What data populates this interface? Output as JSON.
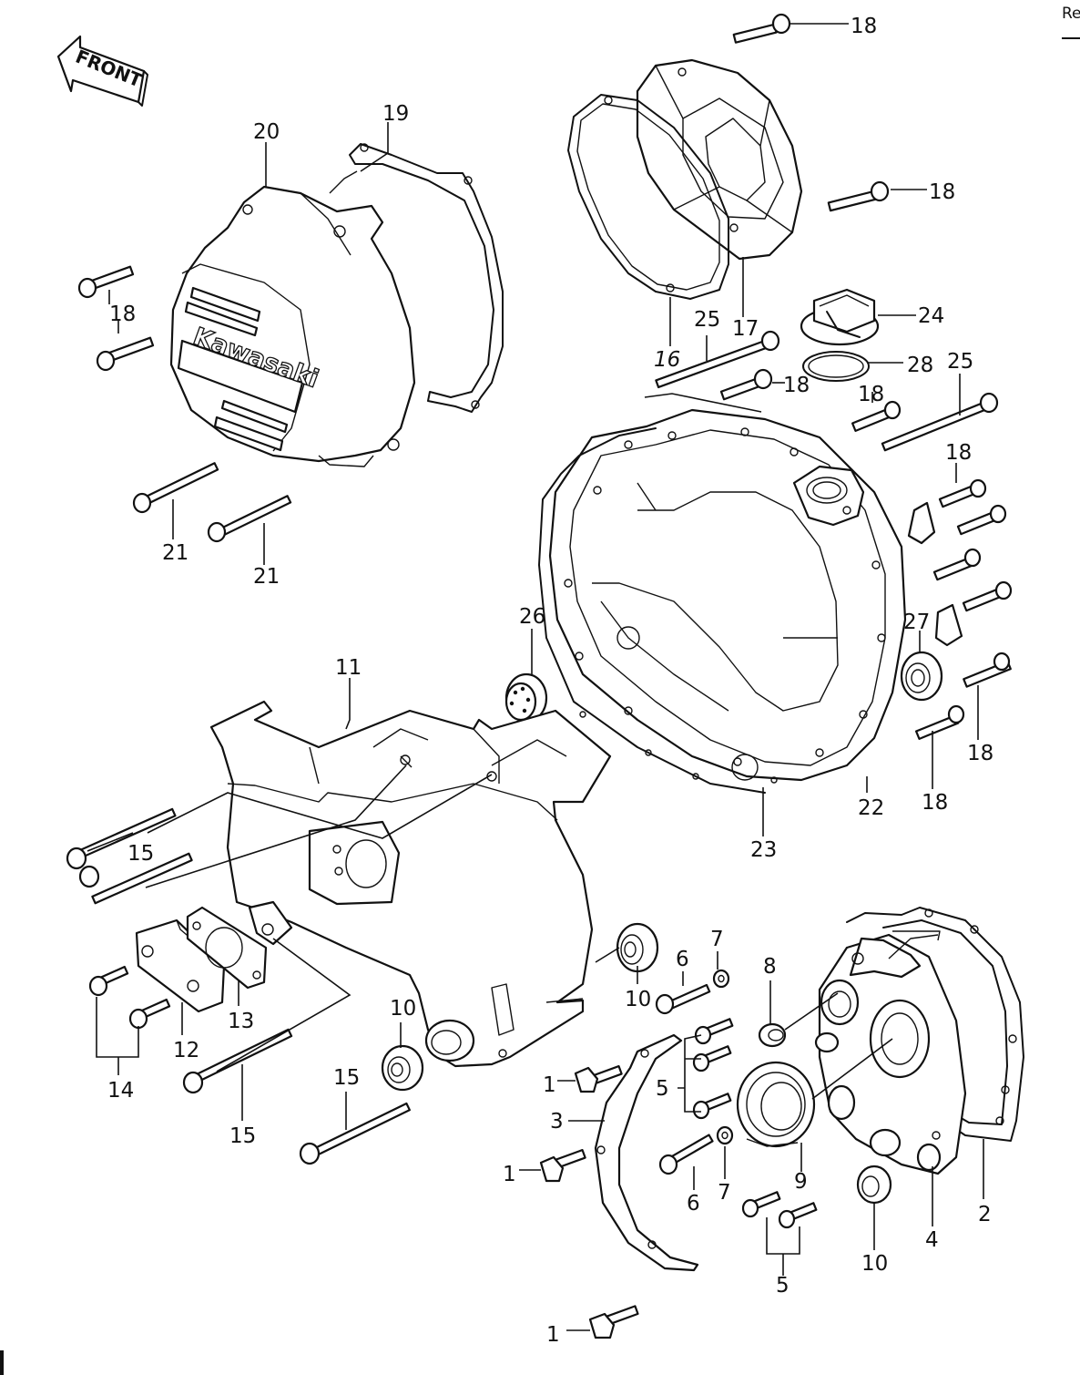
{
  "diagram": {
    "front_label": "FRONT",
    "brand_text": "Kawasaki",
    "edge_text": "Re",
    "callouts": [
      {
        "id": "c18a",
        "text": "18"
      },
      {
        "id": "c18b",
        "text": "18"
      },
      {
        "id": "c18c",
        "text": "18"
      },
      {
        "id": "c18d",
        "text": "18"
      },
      {
        "id": "c18e",
        "text": "18"
      },
      {
        "id": "c18f",
        "text": "18"
      },
      {
        "id": "c18g",
        "text": "18"
      },
      {
        "id": "c18h",
        "text": "18"
      },
      {
        "id": "c19",
        "text": "19"
      },
      {
        "id": "c20",
        "text": "20"
      },
      {
        "id": "c21a",
        "text": "21"
      },
      {
        "id": "c21b",
        "text": "21"
      },
      {
        "id": "c16",
        "text": "16"
      },
      {
        "id": "c17",
        "text": "17"
      },
      {
        "id": "c25a",
        "text": "25"
      },
      {
        "id": "c25b",
        "text": "25"
      },
      {
        "id": "c24",
        "text": "24"
      },
      {
        "id": "c28",
        "text": "28"
      },
      {
        "id": "c26",
        "text": "26"
      },
      {
        "id": "c27",
        "text": "27"
      },
      {
        "id": "c22",
        "text": "22"
      },
      {
        "id": "c23",
        "text": "23"
      },
      {
        "id": "c11",
        "text": "11"
      },
      {
        "id": "c15a",
        "text": "15"
      },
      {
        "id": "c15b",
        "text": "15"
      },
      {
        "id": "c15c",
        "text": "15"
      },
      {
        "id": "c12",
        "text": "12"
      },
      {
        "id": "c13",
        "text": "13"
      },
      {
        "id": "c14",
        "text": "14"
      },
      {
        "id": "c10a",
        "text": "10"
      },
      {
        "id": "c10b",
        "text": "10"
      },
      {
        "id": "c10c",
        "text": "10"
      },
      {
        "id": "c7a",
        "text": "7"
      },
      {
        "id": "c7b",
        "text": "7"
      },
      {
        "id": "c6a",
        "text": "6"
      },
      {
        "id": "c6b",
        "text": "6"
      },
      {
        "id": "c8",
        "text": "8"
      },
      {
        "id": "c9",
        "text": "9"
      },
      {
        "id": "c5a",
        "text": "5"
      },
      {
        "id": "c5b",
        "text": "5"
      },
      {
        "id": "c1a",
        "text": "1"
      },
      {
        "id": "c1b",
        "text": "1"
      },
      {
        "id": "c1c",
        "text": "1"
      },
      {
        "id": "c3",
        "text": "3"
      },
      {
        "id": "c4",
        "text": "4"
      },
      {
        "id": "c2",
        "text": "2"
      }
    ]
  }
}
